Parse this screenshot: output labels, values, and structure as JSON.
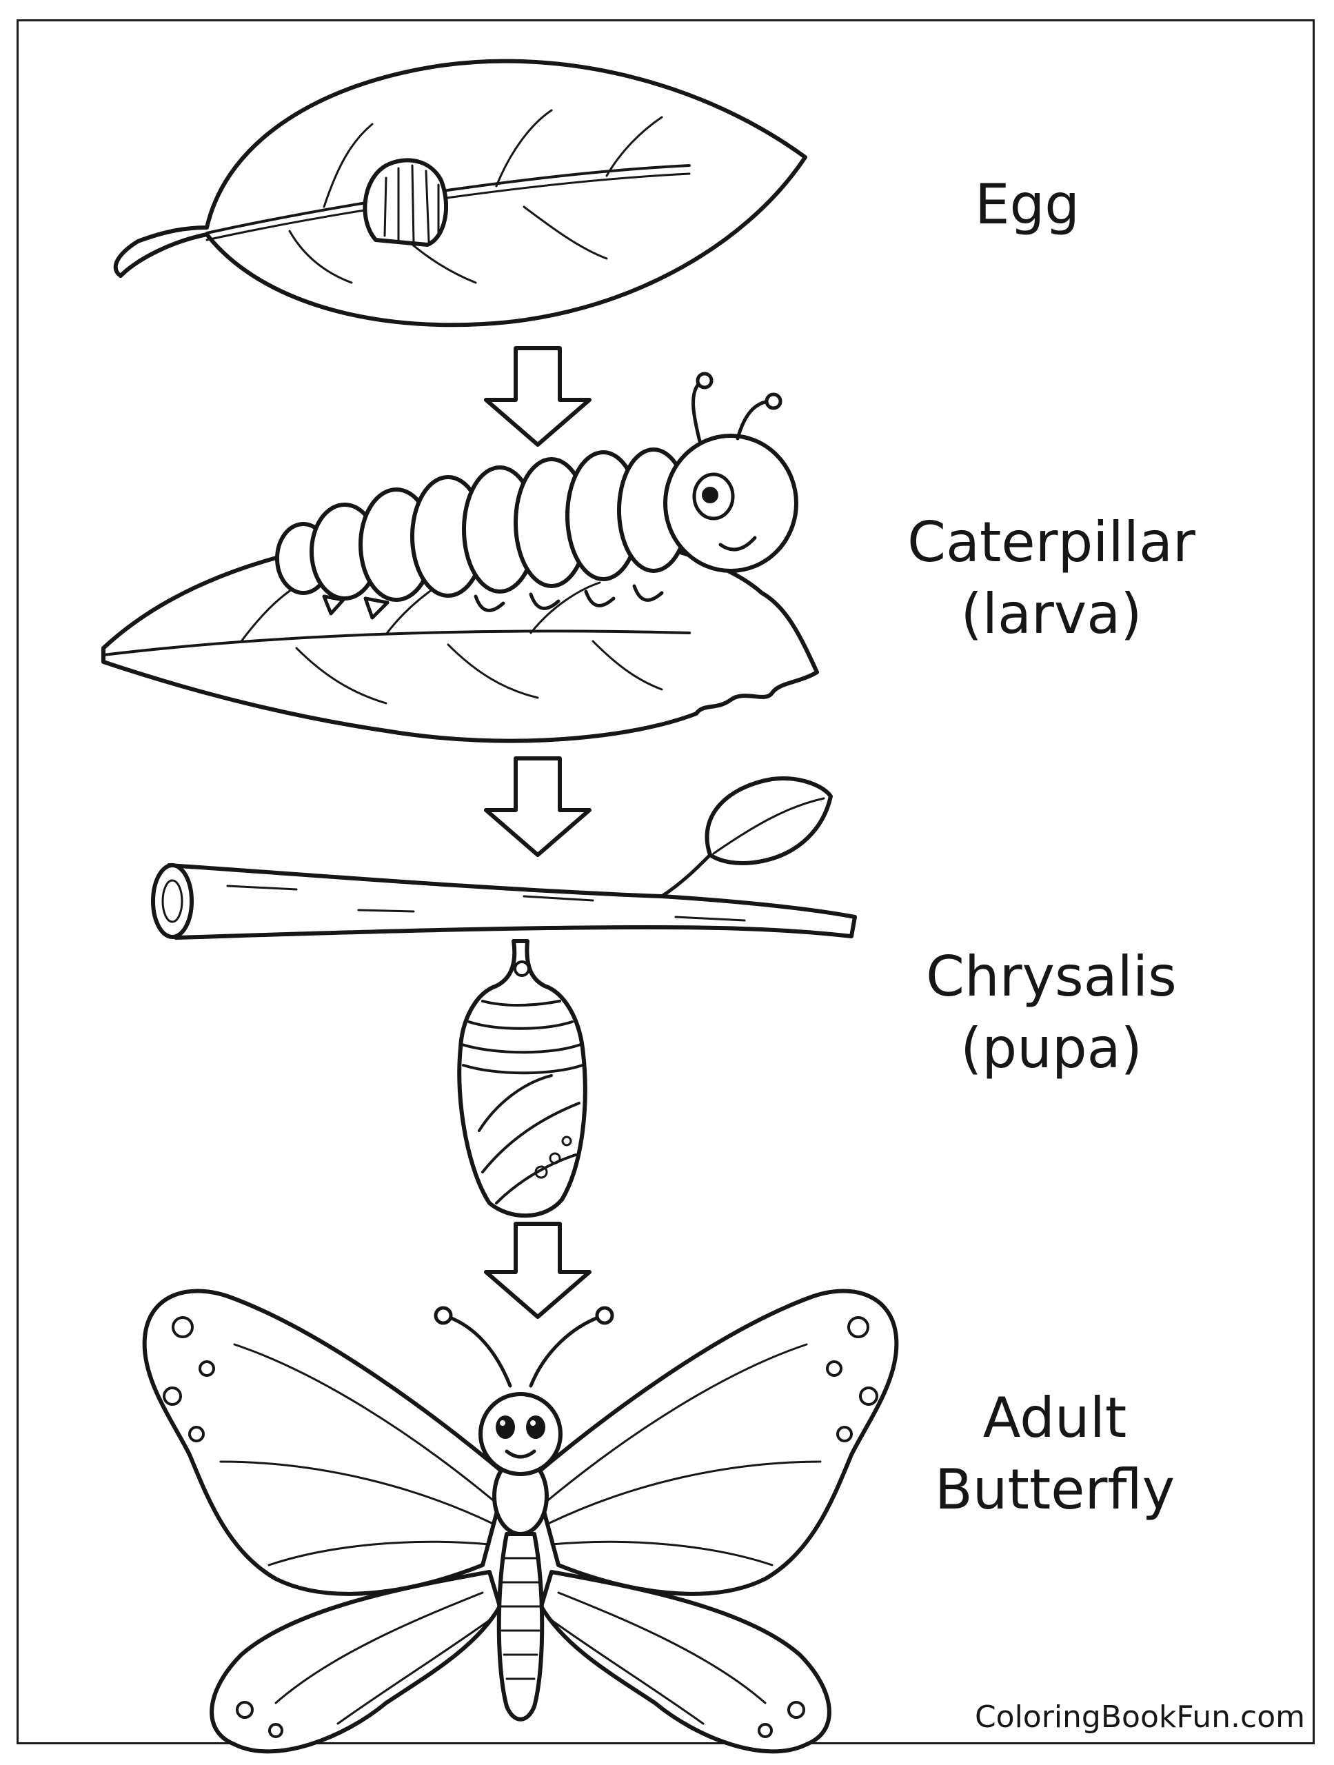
{
  "stages": [
    {
      "id": "egg",
      "lines": [
        "Egg"
      ]
    },
    {
      "id": "caterpillar",
      "lines": [
        "Caterpillar",
        "(larva)"
      ]
    },
    {
      "id": "chrysalis",
      "lines": [
        "Chrysalis",
        "(pupa)"
      ]
    },
    {
      "id": "butterfly",
      "lines": [
        "Adult",
        "Butterfly"
      ]
    }
  ],
  "footer": "ColoringBookFun.com",
  "icons": [
    "leaf-with-egg",
    "caterpillar-on-leaf",
    "branch-with-chrysalis",
    "butterfly",
    "down-arrow"
  ],
  "colors": {
    "ink": "#161616",
    "background": "#ffffff"
  }
}
